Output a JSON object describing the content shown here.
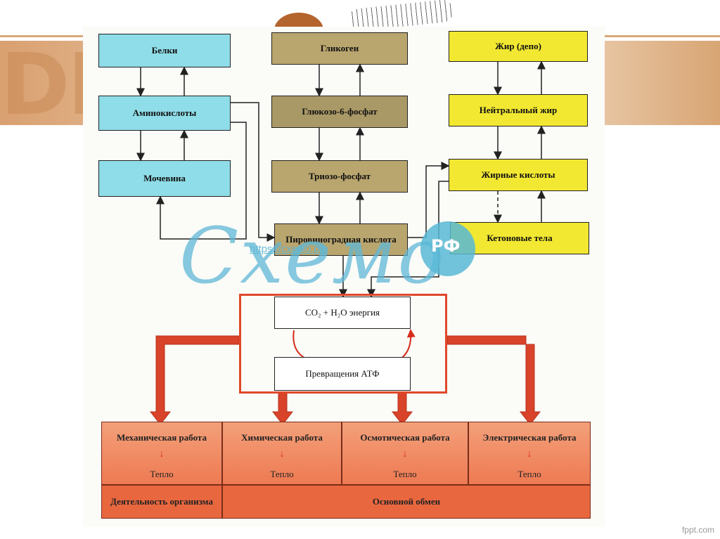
{
  "slide": {
    "title_fragment": "DI",
    "footer": "fppt.com"
  },
  "watermark": {
    "script_text": "Схемо",
    "url": "https://схемо.рф",
    "badge": "РФ"
  },
  "protein_column": {
    "proteins": "Белки",
    "amino_acids": "Аминокислоты",
    "urea": "Мочевина"
  },
  "carb_column": {
    "glycogen": "Гликоген",
    "glucose6p": "Глюкозо-6-фосфат",
    "triose_phosphate": "Триозо-фосфат",
    "pyruvic_acid": "Пировиноградная кислота"
  },
  "fat_column": {
    "fat_depot": "Жир (депо)",
    "neutral_fat": "Нейтральный жир",
    "fatty_acids": "Жирные кислоты",
    "ketone_bodies": "Кетоновые тела"
  },
  "energy": {
    "products": "CO₂ + H₂O энергия",
    "atp": "Превращения АТФ"
  },
  "work": [
    {
      "title": "Механическая работа",
      "heat": "Тепло"
    },
    {
      "title": "Химическая работа",
      "heat": "Тепло"
    },
    {
      "title": "Осмотическая работа",
      "heat": "Тепло"
    },
    {
      "title": "Электрическая работа",
      "heat": "Тепло"
    }
  ],
  "bottom": {
    "activity": "Деятельность организма",
    "basal_metabolism": "Основной обмен"
  },
  "colors": {
    "protein": "#8fdde8",
    "carb": "#b9a56e",
    "fat": "#f2e832",
    "energy_arrow": "#e0482a",
    "work_fill": "#ee7a52"
  }
}
